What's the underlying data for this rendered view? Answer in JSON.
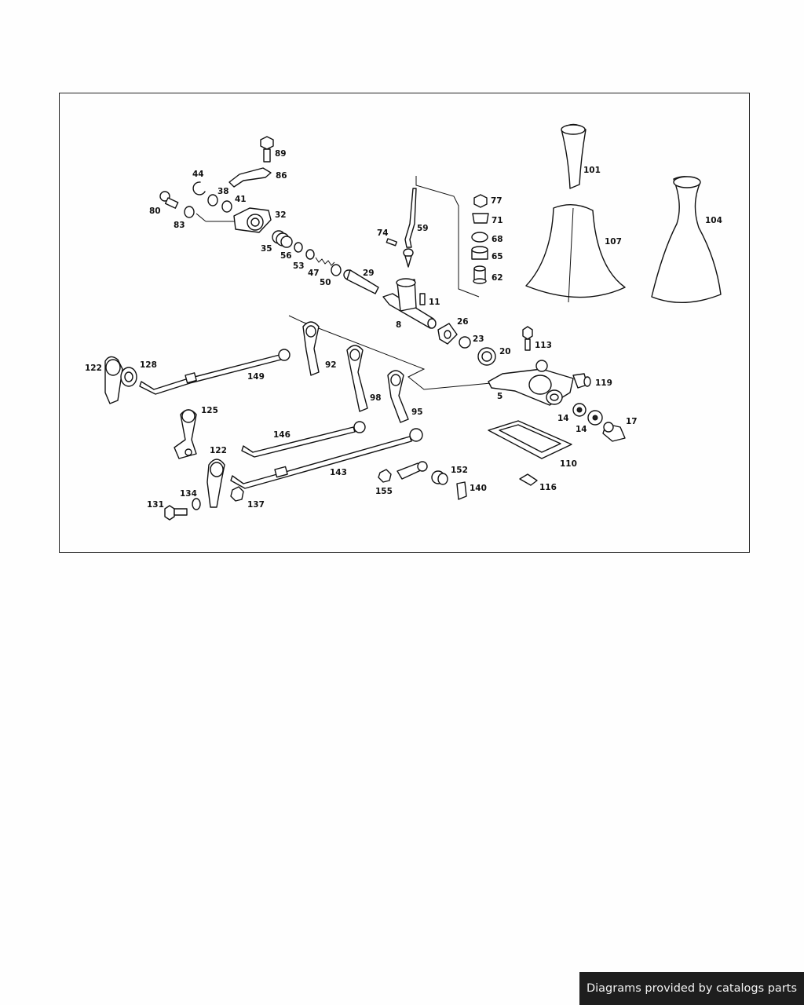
{
  "diagram": {
    "callouts": [
      "89",
      "86",
      "44",
      "38",
      "41",
      "32",
      "80",
      "83",
      "35",
      "56",
      "53",
      "47",
      "50",
      "29",
      "11",
      "8",
      "74",
      "59",
      "77",
      "71",
      "68",
      "65",
      "62",
      "101",
      "107",
      "104",
      "26",
      "23",
      "20",
      "113",
      "5",
      "119",
      "14",
      "14",
      "17",
      "110",
      "116",
      "122",
      "128",
      "149",
      "92",
      "98",
      "95",
      "125",
      "146",
      "122",
      "143",
      "134",
      "131",
      "137",
      "155",
      "152",
      "140"
    ]
  },
  "credit": {
    "text": "Diagrams provided by catalogs parts"
  }
}
